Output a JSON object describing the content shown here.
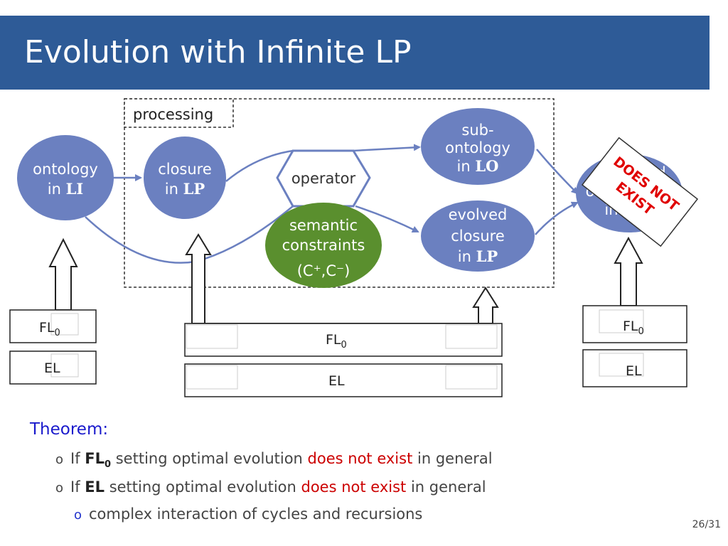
{
  "slide": {
    "title": "Evolution with Infinite LP",
    "page_number": "26/31"
  },
  "diagram": {
    "processing_label": "processing",
    "nodes": {
      "ontology_li": {
        "line1": "ontology",
        "line2_prefix": "in ",
        "line2_bold": "LI"
      },
      "closure_lp": {
        "line1": "closure",
        "line2_prefix": "in ",
        "line2_bold": "LP"
      },
      "operator": {
        "label": "operator"
      },
      "semantic": {
        "line1": "semantic",
        "line2": "constraints",
        "line3": "(C⁺,C⁻)"
      },
      "sub_ontology": {
        "line1": "sub-",
        "line2": "ontology",
        "line3_prefix": "in ",
        "line3_bold": "LO"
      },
      "evolved_closure": {
        "line1": "evolved",
        "line2": "closure",
        "line3_prefix": "in ",
        "line3_bold": "LP"
      },
      "result_partial": {
        "line1": "d",
        "line2": "o",
        "line3": "in"
      }
    },
    "stamp": {
      "line1": "DOES NOT",
      "line2": "EXIST"
    },
    "boxes": {
      "left_fl0": {
        "base": "FL",
        "sub": "0"
      },
      "left_el": "EL",
      "center_fl0": {
        "base": "FL",
        "sub": "0"
      },
      "center_el": "EL",
      "right_fl0": {
        "base": "FL",
        "sub": "0"
      },
      "right_el": "EL"
    },
    "colors": {
      "node_blue": "#6b80c0",
      "node_green": "#5a8f2e",
      "arrow": "#6b80c0",
      "stamp_red": "#e00000",
      "title_bar": "#2e5b97"
    }
  },
  "theorem": {
    "heading": "Theorem:",
    "bullets": [
      {
        "prefix": "If ",
        "bold": "FL",
        "bold_sub": "0",
        "middle": " setting optimal evolution ",
        "red": "does not exist",
        "suffix": " in general"
      },
      {
        "prefix": "If ",
        "bold": "EL",
        "bold_sub": "",
        "middle": "  setting optimal evolution ",
        "red": "does not exist",
        "suffix": " in general"
      }
    ],
    "sub_bullet": "complex interaction of cycles and recursions"
  }
}
